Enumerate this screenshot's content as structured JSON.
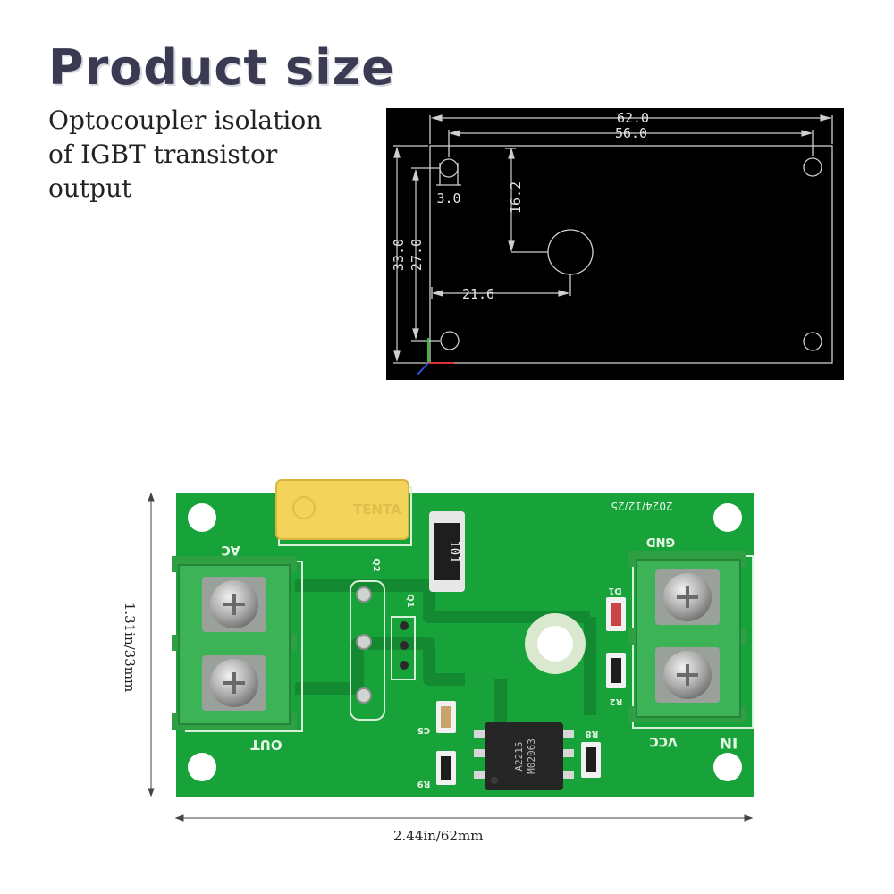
{
  "header": {
    "title": "Product size",
    "subtitle_lines": [
      "Optocoupler isolation",
      "of IGBT transistor",
      "output"
    ]
  },
  "drawing": {
    "dims": {
      "overall_width": "62.0",
      "hole_spacing_x": "56.0",
      "hole_diameter": "3.0",
      "overall_height": "33.0",
      "hole_spacing_y": "27.0",
      "center_hole_y": "16.2",
      "center_hole_x": "21.6"
    }
  },
  "board": {
    "date_code": "2024/12/25",
    "labels": {
      "ac": "AC",
      "out": "OUT",
      "gnd": "GND",
      "vcc": "VCC",
      "in": "IN",
      "q2": "Q2",
      "q1": "Q1",
      "d1": "D1",
      "r2": "R2",
      "r8": "R8",
      "r9": "R9",
      "c5": "C5",
      "resistor_code": "101",
      "opto_line1": "A2215",
      "opto_line2": "M02063",
      "capacitor_brand": "TENTA"
    }
  },
  "dimensions": {
    "width_label": "2.44in/62mm",
    "height_label": "1.31in/33mm"
  },
  "colors": {
    "pcb_green": "#17a33a",
    "terminal_green": "#2ea043",
    "capacitor_yellow": "#f3d35a",
    "cad_background": "#000000"
  }
}
